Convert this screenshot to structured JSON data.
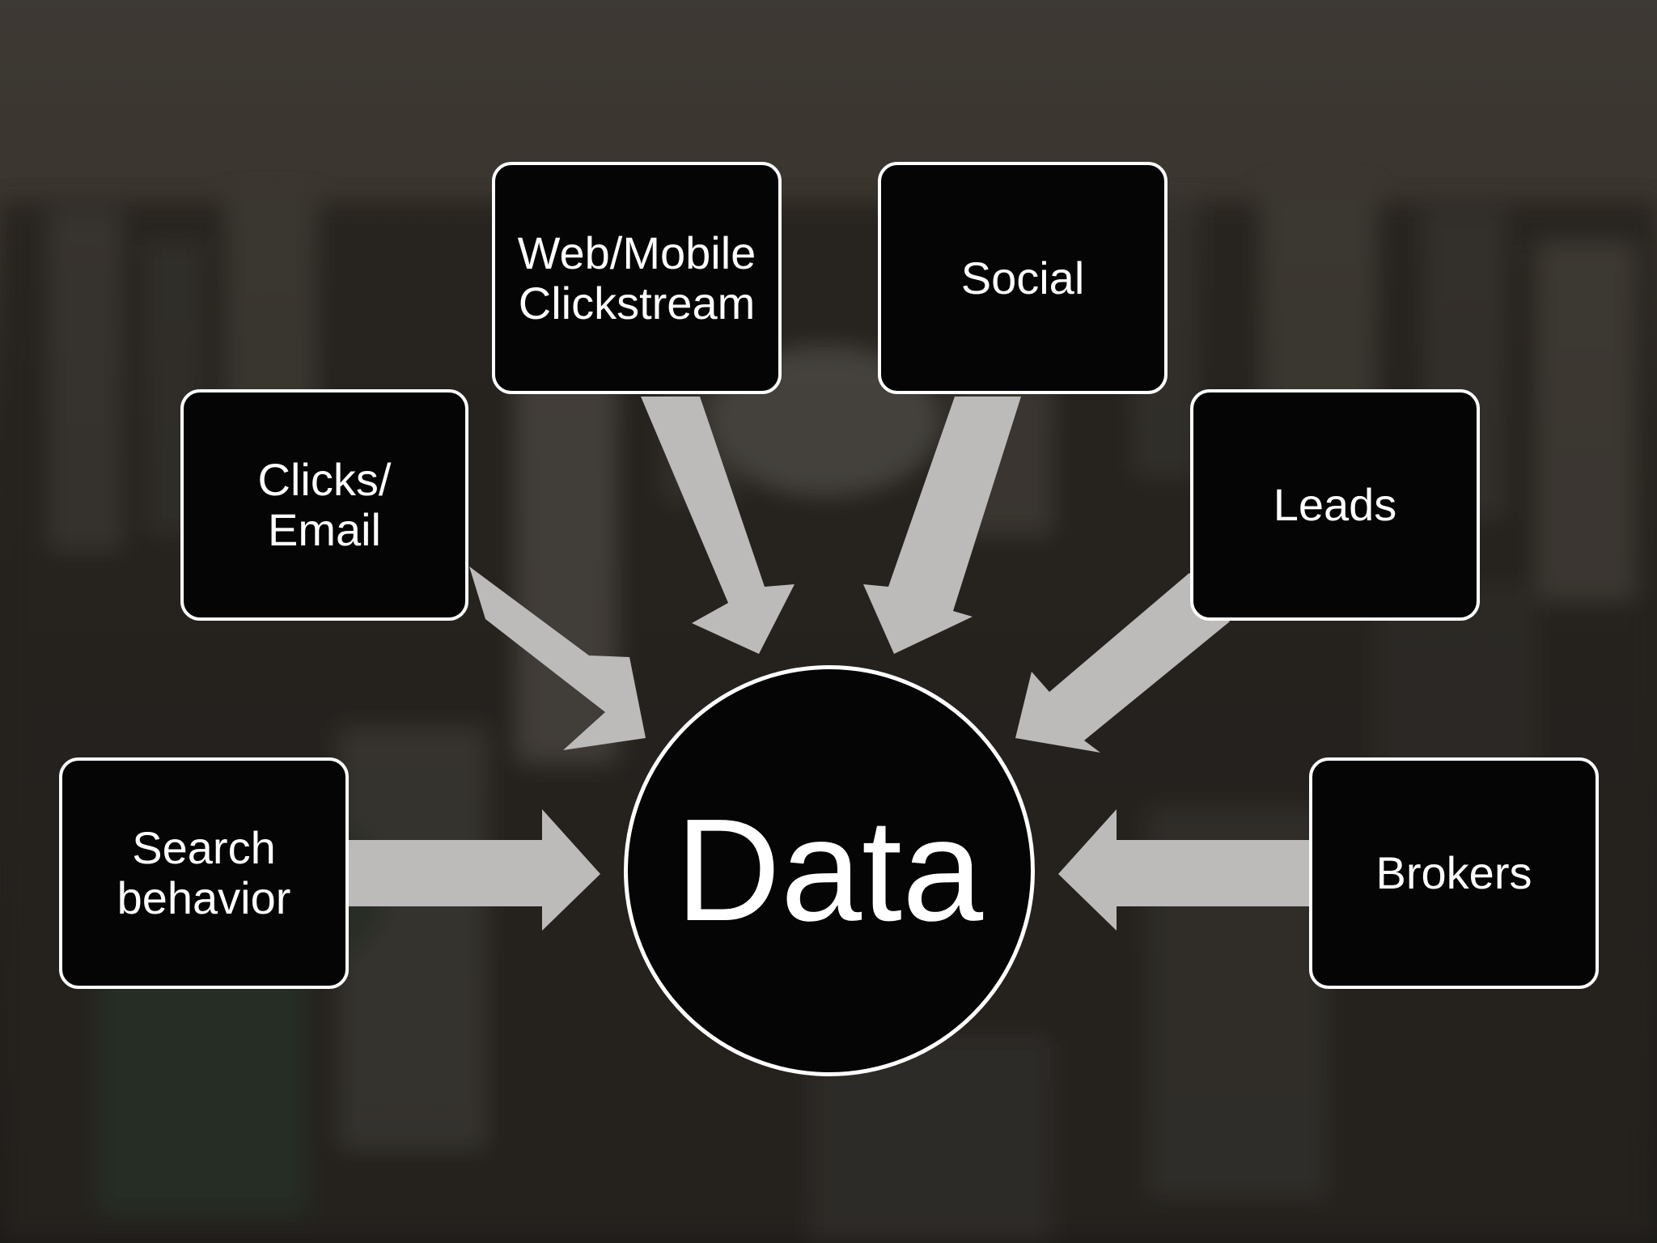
{
  "diagram": {
    "hub_label": "Data",
    "sources": [
      {
        "id": "search",
        "label": "Search\nbehavior"
      },
      {
        "id": "clicks",
        "label": "Clicks/\nEmail"
      },
      {
        "id": "web",
        "label": "Web/Mobile\nClickstream"
      },
      {
        "id": "social",
        "label": "Social"
      },
      {
        "id": "leads",
        "label": "Leads"
      },
      {
        "id": "brokers",
        "label": "Brokers"
      }
    ]
  },
  "colors": {
    "node_fill": "#050505",
    "node_border": "#ffffff",
    "arrow_fill": "#bdbbb9",
    "text": "#ffffff"
  }
}
